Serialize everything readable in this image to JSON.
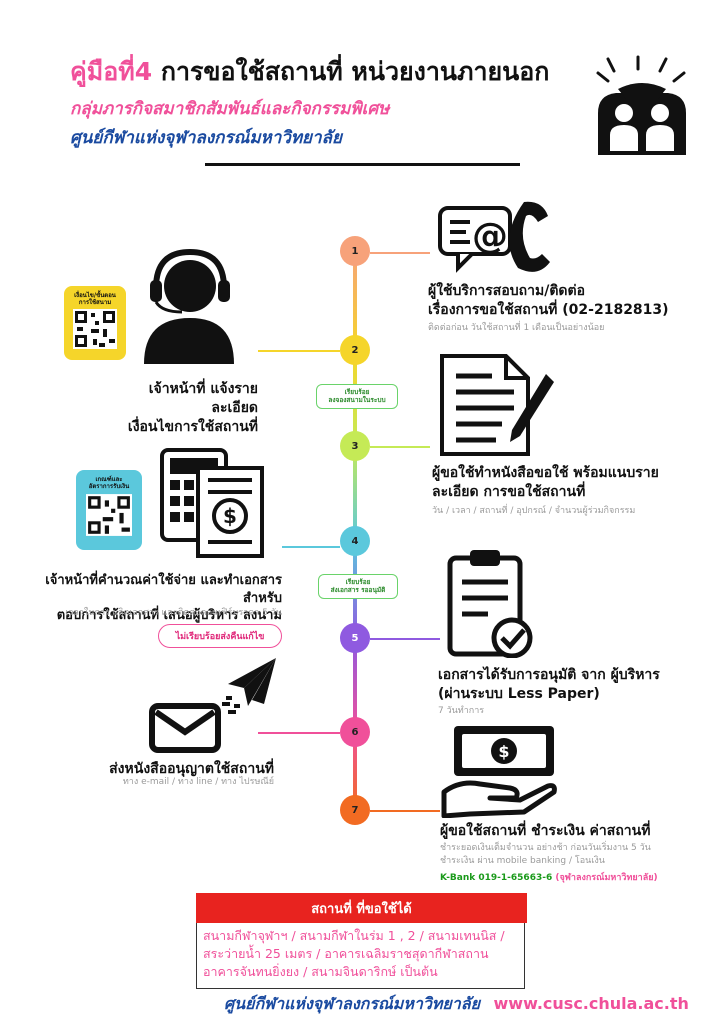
{
  "header": {
    "title_accent": "คู่มือที่4",
    "title_main": "การขอใช้สถานที่ หน่วยงานภายนอก",
    "subtitle1": "กลุ่มภารกิจสมาชิกสัมพันธ์และกิจกรรมพิเศษ",
    "subtitle2": "ศูนย์กีฬาแห่งจุฬาลงกรณ์มหาวิทยาลัย"
  },
  "steps": [
    {
      "num": "1",
      "title": "ผู้ใช้บริการสอบถาม/ติดต่อ\nเรื่องการขอใช้สถานที่ (02-2182813)",
      "sub": "ติดต่อก่อน วันใช้สถานที่ 1 เดือนเป็นอย่างน้อย",
      "color": "#f7a27a"
    },
    {
      "num": "2",
      "title": "เจ้าหน้าที่ แจ้งรายละเอียด\nเงื่อนไขการใช้สถานที่",
      "sub": "",
      "color": "#f5d52a"
    },
    {
      "num": "3",
      "title": "ผู้ขอใช้ทำหนังสือขอใช้ พร้อมแนบราย\nละเอียด การขอใช้สถานที่",
      "sub": "วัน / เวลา / สถานที่ / อุปกรณ์ / จำนวนผู้ร่วมกิจกรรม",
      "color": "#c5ea56"
    },
    {
      "num": "4",
      "title": "เจ้าหน้าที่คำนวณค่าใช้จ่าย และทำเอกสาร สำหรับ\nตอบการใช้สถานที่ เสนอผู้บริหาร ลงนาม",
      "sub": "เวลาในการ ผลิตเอกสาร และติดต่อคอนเฟิร์มราคา 5 วัน",
      "color": "#5bc8dc"
    },
    {
      "num": "5",
      "title": "เอกสารได้รับการอนุมัติ จาก ผู้บริหาร\n(ผ่านระบบ Less Paper)",
      "sub": "7 วันทำการ",
      "color": "#8f5ae0"
    },
    {
      "num": "6",
      "title": "ส่งหนังสืออนุญาตใช้สถานที่",
      "sub": "ทาง e-mail / ทาง line / ทาง ไปรษณีย์",
      "color": "#f0509a"
    },
    {
      "num": "7",
      "title": "ผู้ขอใช้สถานที่ ชำระเงิน ค่าสถานที่",
      "sub": "ชำระยอดเงินเต็มจำนวน อย่างช้า ก่อนวันเริ่มงาน 5 วัน\nชำระเงิน ผ่าน mobile banking / โอนเงิน",
      "color": "#f26b22"
    }
  ],
  "bank": {
    "account": "K-Bank  019-1-65663-6",
    "name": "(จุฬาลงกรณ์มหาวิทยาลัย)"
  },
  "badges": {
    "badge1": "เรียบร้อย\nลงจองสนามในระบบ",
    "badge2": "เรียบร้อย\nส่งเอกสาร รออนุมัติ",
    "pink": "ไม่เรียบร้อยส่งคืนแก้ไข"
  },
  "qr": {
    "qr1_label": "เงื่อนไข/ขั้นตอน\nการใช้สนาม",
    "qr2_label": "เกณฑ์และ\nอัตราการรับเงิน"
  },
  "icons": {
    "step1": "phone-at-icon",
    "step2": "headset-agent-icon",
    "step3": "document-pen-icon",
    "step4": "calculator-invoice-icon",
    "step5": "clipboard-check-icon",
    "step6": "mail-paperplane-icon",
    "step7": "hand-money-icon",
    "header": "people-group-icon"
  },
  "places": {
    "heading": "สถานที่ ที่ขอใช้ได้",
    "text": "สนามกีฬาจุฬาฯ / สนามกีฬาในร่ม 1 , 2 / สนามเทนนิส /\nสระว่ายน้ำ 25 เมตร / อาคารเฉลิมราชสุดากีฬาสถาน\nอาคารจันทนยิ่งยง / สนามจินดาริกษ์ เป็นต้น"
  },
  "footer": {
    "org": "ศูนย์กีฬาแห่งจุฬาลงกรณ์มหาวิทยาลัย",
    "url": "www.cusc.chula.ac.th"
  }
}
